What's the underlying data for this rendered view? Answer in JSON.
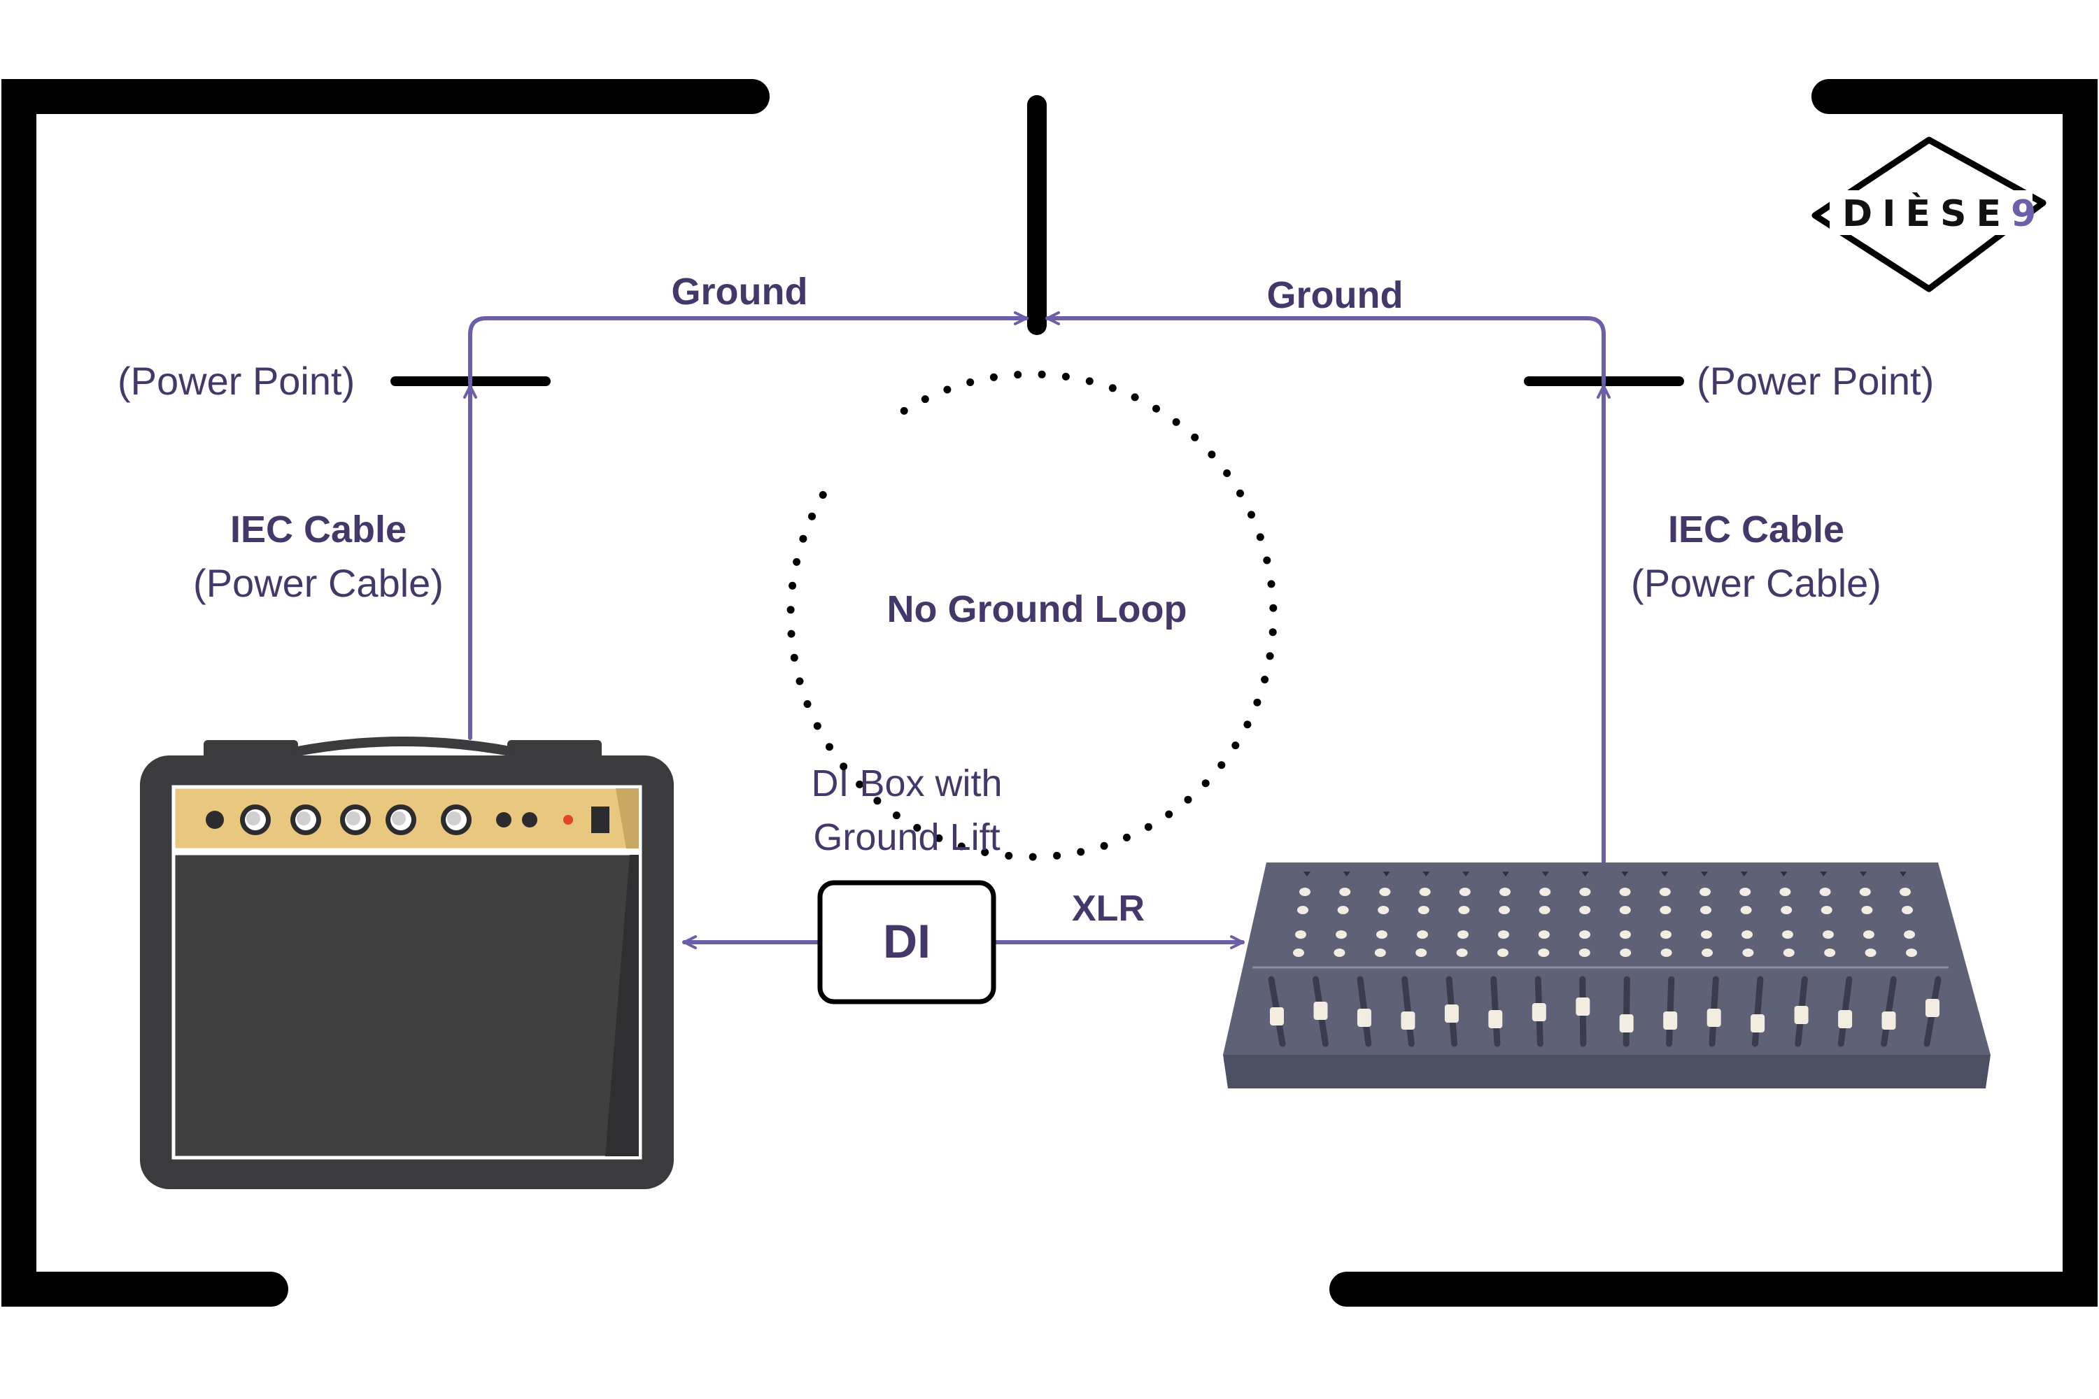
{
  "colors": {
    "wire": "#6a5fa8",
    "label": "#44386a",
    "frame": "#000000",
    "amp_body": "#3b3b3d",
    "amp_panel": "#e8c77e",
    "mixer_body": "#5f6177",
    "knob_dots": "#f2ede0"
  },
  "labels": {
    "ground_left": "Ground",
    "ground_right": "Ground",
    "power_point_left": "(Power Point)",
    "power_point_right": "(Power Point)",
    "iec_left_title": "IEC Cable",
    "iec_left_sub": "(Power Cable)",
    "iec_right_title": "IEC Cable",
    "iec_right_sub": "(Power Cable)",
    "no_ground_loop": "No Ground Loop",
    "di_box_line1": "DI Box with",
    "di_box_line2": "Ground Lift",
    "di": "DI",
    "xlr": "XLR"
  },
  "logo": {
    "text": "DIÈSE",
    "suffix": "9"
  },
  "icons": {
    "amplifier": "guitar-amp-icon",
    "mixer": "mixing-console-icon",
    "logo": "diese9-logo"
  }
}
